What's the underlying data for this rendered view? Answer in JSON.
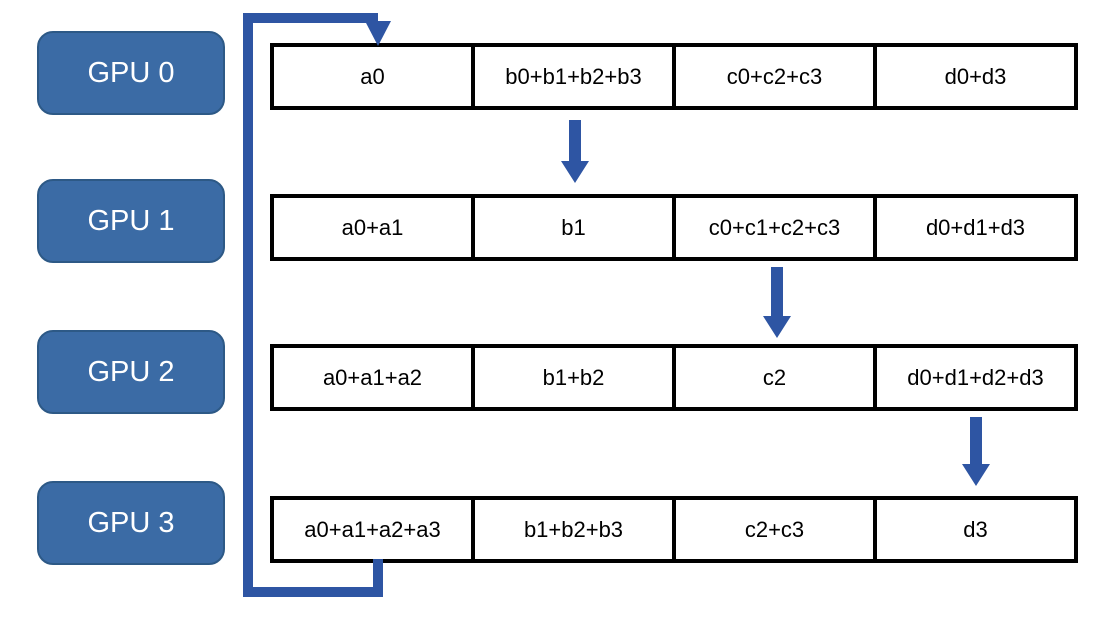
{
  "colors": {
    "background": "#FFFFFF",
    "badge_fill": "#3B6BA5",
    "badge_border": "#2D5986",
    "badge_text": "#FFFFFF",
    "arrow": "#2E55A3",
    "cell_border": "#000000",
    "cell_text": "#000000"
  },
  "diagram": {
    "gpus": [
      {
        "label": "GPU 0",
        "cells": [
          "a0",
          "b0+b1+b2+b3",
          "c0+c2+c3",
          "d0+d3"
        ]
      },
      {
        "label": "GPU 1",
        "cells": [
          "a0+a1",
          "b1",
          "c0+c1+c2+c3",
          "d0+d1+d3"
        ]
      },
      {
        "label": "GPU 2",
        "cells": [
          "a0+a1+a2",
          "b1+b2",
          "c2",
          "d0+d1+d2+d3"
        ]
      },
      {
        "label": "GPU 3",
        "cells": [
          "a0+a1+a2+a3",
          "b1+b2+b3",
          "c2+c3",
          "d3"
        ]
      }
    ],
    "arrows": [
      {
        "from": "GPU 0",
        "to": "GPU 1",
        "at_column": 2
      },
      {
        "from": "GPU 1",
        "to": "GPU 2",
        "at_column": 3
      },
      {
        "from": "GPU 2",
        "to": "GPU 3",
        "at_column": 4
      },
      {
        "from": "GPU 3",
        "to": "GPU 0",
        "at_column": 1,
        "style": "wrap-around-left"
      }
    ]
  }
}
